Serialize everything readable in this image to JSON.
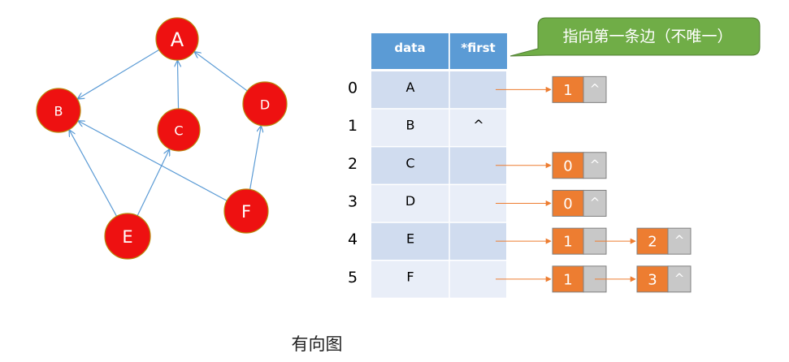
{
  "colors": {
    "node_fill": "#ee1111",
    "node_stroke": "#b8860b",
    "edge": "#5b9bd5",
    "header_fill": "#5b9bd5",
    "row_even": "#d0dcef",
    "row_odd": "#e9eef8",
    "cell_orange": "#ed7d31",
    "cell_gray": "#c8c8c8",
    "callout_fill": "#70ad47"
  },
  "graph": {
    "nodes": [
      {
        "id": "A",
        "label": "A"
      },
      {
        "id": "B",
        "label": "B"
      },
      {
        "id": "C",
        "label": "C"
      },
      {
        "id": "D",
        "label": "D"
      },
      {
        "id": "E",
        "label": "E"
      },
      {
        "id": "F",
        "label": "F"
      }
    ],
    "edges": [
      {
        "from": "A",
        "to": "B"
      },
      {
        "from": "C",
        "to": "A"
      },
      {
        "from": "D",
        "to": "A"
      },
      {
        "from": "E",
        "to": "B"
      },
      {
        "from": "E",
        "to": "C"
      },
      {
        "from": "F",
        "to": "B"
      },
      {
        "from": "F",
        "to": "D"
      }
    ]
  },
  "table": {
    "headers": [
      "data",
      "*first"
    ],
    "rows": [
      {
        "index": "0",
        "data": "A",
        "first": "",
        "list": [
          {
            "value": "1",
            "next": "^"
          }
        ]
      },
      {
        "index": "1",
        "data": "B",
        "first": "^",
        "list": []
      },
      {
        "index": "2",
        "data": "C",
        "first": "",
        "list": [
          {
            "value": "0",
            "next": "^"
          }
        ]
      },
      {
        "index": "3",
        "data": "D",
        "first": "",
        "list": [
          {
            "value": "0",
            "next": "^"
          }
        ]
      },
      {
        "index": "4",
        "data": "E",
        "first": "",
        "list": [
          {
            "value": "1",
            "next": ""
          },
          {
            "value": "2",
            "next": "^"
          }
        ]
      },
      {
        "index": "5",
        "data": "F",
        "first": "",
        "list": [
          {
            "value": "1",
            "next": ""
          },
          {
            "value": "3",
            "next": "^"
          }
        ]
      }
    ]
  },
  "callout": "指向第一条边（不唯一）",
  "caption": "有向图"
}
